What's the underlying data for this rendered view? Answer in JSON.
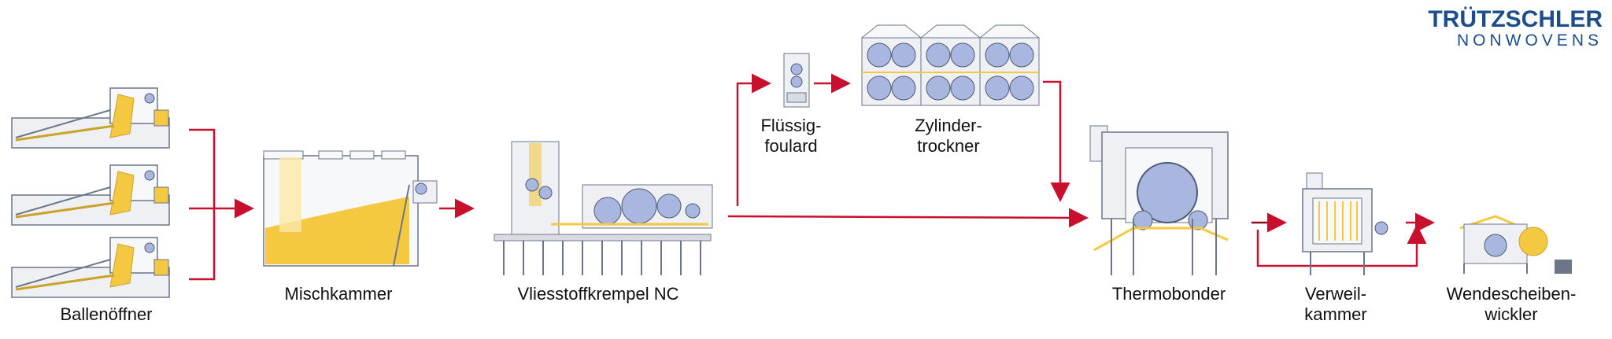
{
  "logo": {
    "brand": "TRÜTZSCHLER",
    "sub": "NONWOVENS"
  },
  "stages": {
    "ballenoeffner": "Ballenöffner",
    "mischkammer": "Mischkammer",
    "krempel": "Vliesstoffkrempel NC",
    "foulard_1": "Flüssig-",
    "foulard_2": "foulard",
    "trockner_1": "Zylinder-",
    "trockner_2": "trockner",
    "thermobonder": "Thermobonder",
    "verweil_1": "Verweil-",
    "verweil_2": "kammer",
    "wickler_1": "Wendescheiben-",
    "wickler_2": "wickler"
  },
  "colors": {
    "arrow": "#c8102e",
    "fiber": "#f5c842",
    "machine": "#8a96a8",
    "drum": "#a9b7e0",
    "brand": "#1d4e8c"
  }
}
